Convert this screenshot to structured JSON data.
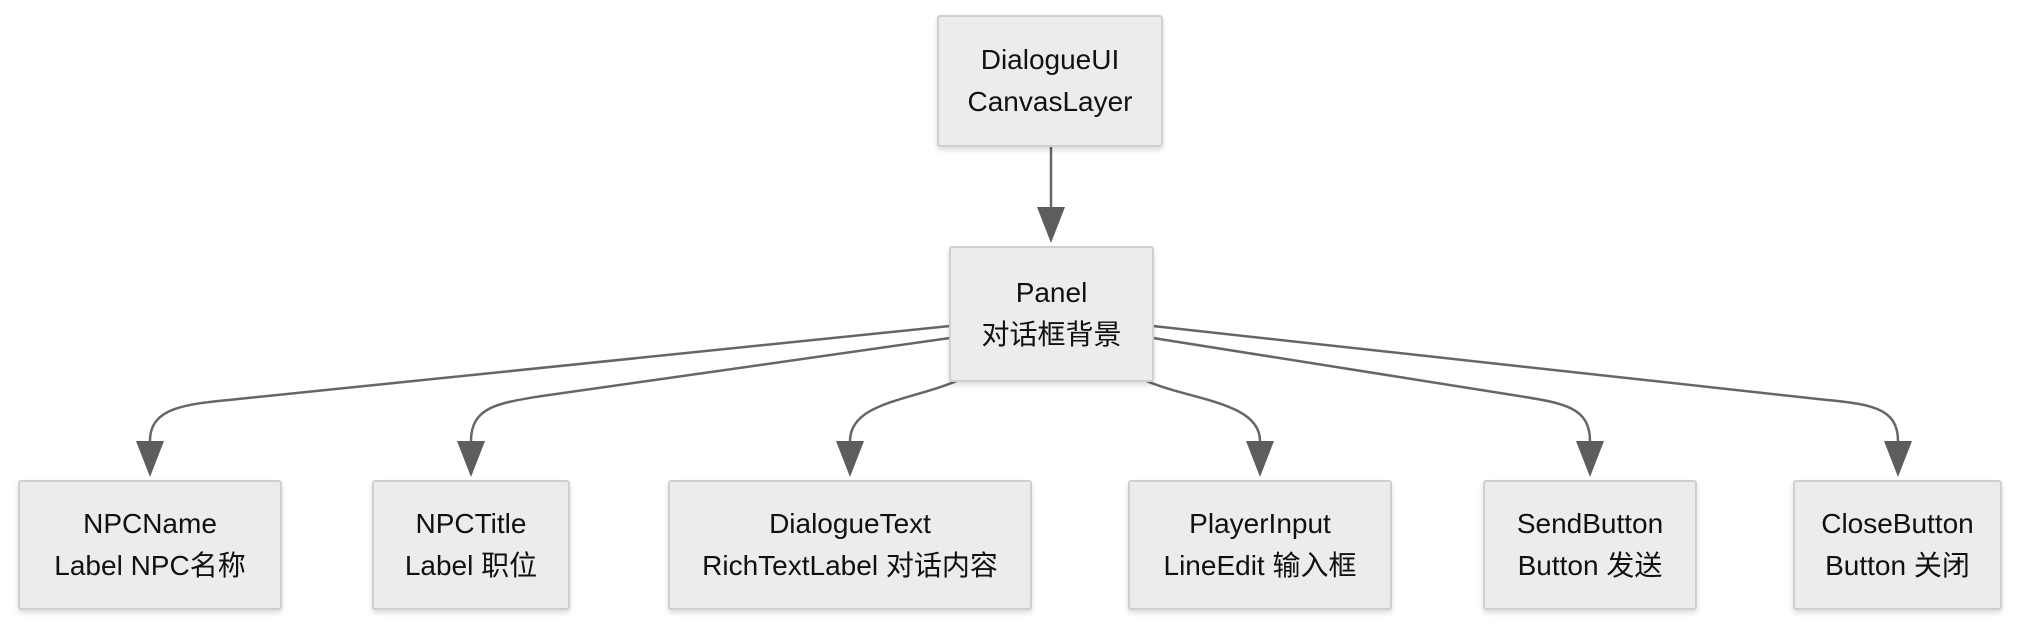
{
  "diagram": {
    "type": "flowchart-top-down",
    "background": "#ffffff",
    "colors": {
      "node_fill": "#ececec",
      "node_border": "#cfcfcf",
      "edge": "#666666",
      "arrowhead": "#5d5d5d",
      "text": "#111111"
    },
    "nodes": {
      "root": {
        "line1": "DialogueUI",
        "line2": "CanvasLayer"
      },
      "panel": {
        "line1": "Panel",
        "line2": "对话框背景"
      },
      "children": [
        {
          "line1": "NPCName",
          "line2": "Label NPC名称"
        },
        {
          "line1": "NPCTitle",
          "line2": "Label 职位"
        },
        {
          "line1": "DialogueText",
          "line2": "RichTextLabel 对话内容"
        },
        {
          "line1": "PlayerInput",
          "line2": "LineEdit 输入框"
        },
        {
          "line1": "SendButton",
          "line2": "Button 发送"
        },
        {
          "line1": "CloseButton",
          "line2": "Button 关闭"
        }
      ]
    },
    "edges": [
      {
        "from": "DialogueUI",
        "to": "Panel"
      },
      {
        "from": "Panel",
        "to": "NPCName"
      },
      {
        "from": "Panel",
        "to": "NPCTitle"
      },
      {
        "from": "Panel",
        "to": "DialogueText"
      },
      {
        "from": "Panel",
        "to": "PlayerInput"
      },
      {
        "from": "Panel",
        "to": "SendButton"
      },
      {
        "from": "Panel",
        "to": "CloseButton"
      }
    ]
  }
}
